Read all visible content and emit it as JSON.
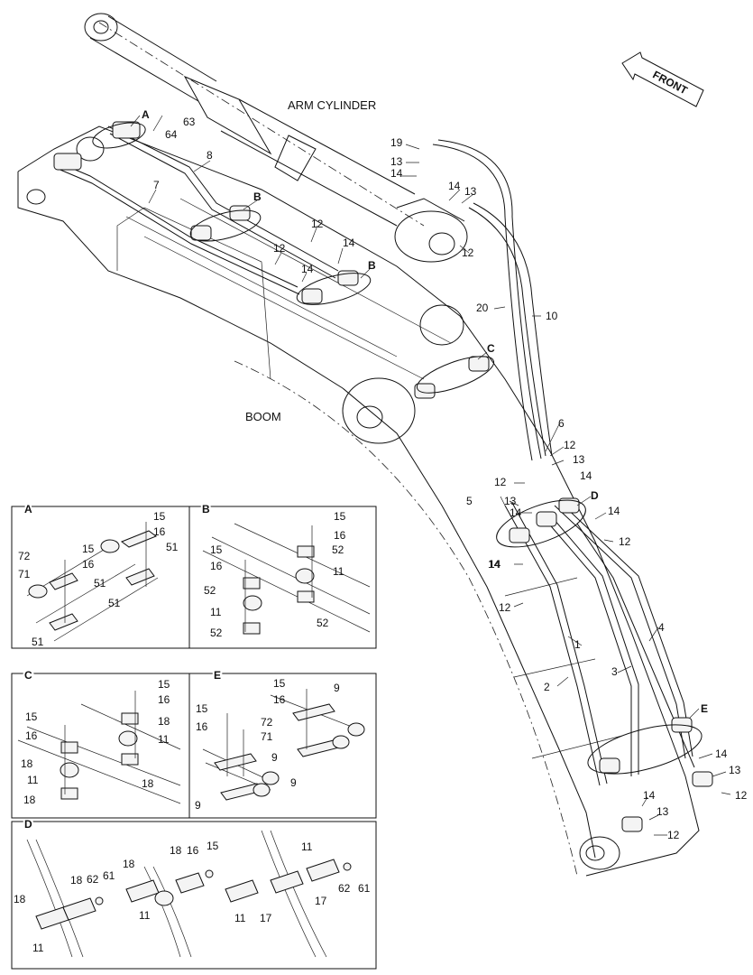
{
  "main": {
    "front_label": "FRONT",
    "arm_cylinder_label": "ARM CYLINDER",
    "boom_label": "BOOM",
    "callouts": [
      "A",
      "63",
      "64",
      "8",
      "7",
      "B",
      "12",
      "12",
      "14",
      "14",
      "B",
      "19",
      "13",
      "14",
      "14",
      "13",
      "12",
      "20",
      "10",
      "C",
      "6",
      "12",
      "13",
      "12",
      "14",
      "5",
      "13",
      "14",
      "D",
      "14",
      "14",
      "12",
      "12",
      "14",
      "1",
      "4",
      "2",
      "3",
      "E",
      "14",
      "13",
      "12",
      "14",
      "13",
      "12"
    ]
  },
  "details": {
    "A": {
      "title": "A",
      "labels": [
        "15",
        "16",
        "51",
        "72",
        "15",
        "71",
        "16",
        "51",
        "51",
        "51"
      ]
    },
    "B": {
      "title": "B",
      "labels": [
        "15",
        "16",
        "52",
        "15",
        "16",
        "11",
        "52",
        "52",
        "11",
        "52"
      ]
    },
    "C": {
      "title": "C",
      "labels": [
        "15",
        "16",
        "18",
        "11",
        "18",
        "15",
        "16",
        "18",
        "11",
        "18"
      ]
    },
    "E": {
      "title": "E",
      "labels": [
        "15",
        "9",
        "16",
        "15",
        "72",
        "16",
        "71",
        "9",
        "9",
        "9"
      ]
    },
    "D": {
      "title": "D",
      "labels": [
        "18",
        "61",
        "18",
        "62",
        "18",
        "16",
        "15",
        "11",
        "18",
        "11",
        "11",
        "17",
        "11",
        "17",
        "62",
        "61"
      ]
    }
  }
}
